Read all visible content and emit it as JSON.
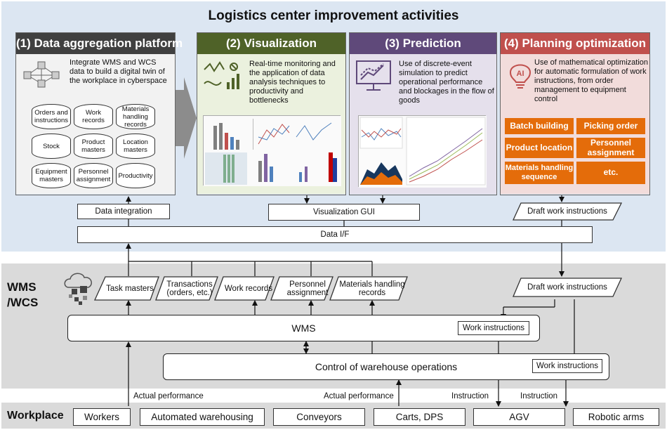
{
  "title": "Logistics center improvement activities",
  "panels": {
    "p1": {
      "header": "(1) Data aggregation platform",
      "text": "Integrate WMS and WCS data to build a digital twin of the workplace in cyberspace",
      "cylinders": [
        "Orders and instructions",
        "Work records",
        "Materials handling records",
        "Stock",
        "Product masters",
        "Location masters",
        "Equipment masters",
        "Personnel assignment",
        "Productivity"
      ]
    },
    "p2": {
      "header": "(2) Visualization",
      "text": "Real-time monitoring and the application of data analysis techniques to productivity and bottlenecks"
    },
    "p3": {
      "header": "(3) Prediction",
      "text": "Use of discrete-event simulation to predict operational performance and blockages in the flow of goods"
    },
    "p4": {
      "header": "(4) Planning optimization",
      "text": "Use of mathematical optimization for automatic formulation of work instructions, from order management to equipment control",
      "buttons": [
        "Batch building",
        "Picking order",
        "Product location",
        "Personnel assignment",
        "Materials handling sequence",
        "etc."
      ]
    }
  },
  "interfaces": {
    "data_integration": "Data integration",
    "visualization_gui": "Visualization GUI",
    "draft_top": "Draft work instructions",
    "data_if": "Data I/F"
  },
  "wms_wcs": {
    "label_line1": "WMS",
    "label_line2": "/WCS",
    "data_items": [
      "Task masters",
      "Transactions (orders, etc.)",
      "Work records",
      "Personnel assignment",
      "Materials handling records"
    ],
    "draft_mid": "Draft work instructions",
    "wms": "WMS",
    "wms_instr": "Work instructions",
    "control": "Control of warehouse operations",
    "control_instr": "Work instructions",
    "actual_performance_1": "Actual performance",
    "actual_performance_2": "Actual performance",
    "instruction_1": "Instruction",
    "instruction_2": "Instruction"
  },
  "workplace": {
    "label": "Workplace",
    "items": [
      "Workers",
      "Automated warehousing",
      "Conveyors",
      "Carts, DPS",
      "AGV",
      "Robotic arms"
    ]
  },
  "colors": {
    "p1_header": "#404040",
    "p1_bg": "#f2f2f2",
    "p2_header": "#4f6228",
    "p2_bg": "#ebf1de",
    "p3_header": "#5f497a",
    "p3_bg": "#e5e0ec",
    "p4_header": "#c0504d",
    "p4_bg": "#f2dcdb",
    "orange": "#e46c0a"
  }
}
